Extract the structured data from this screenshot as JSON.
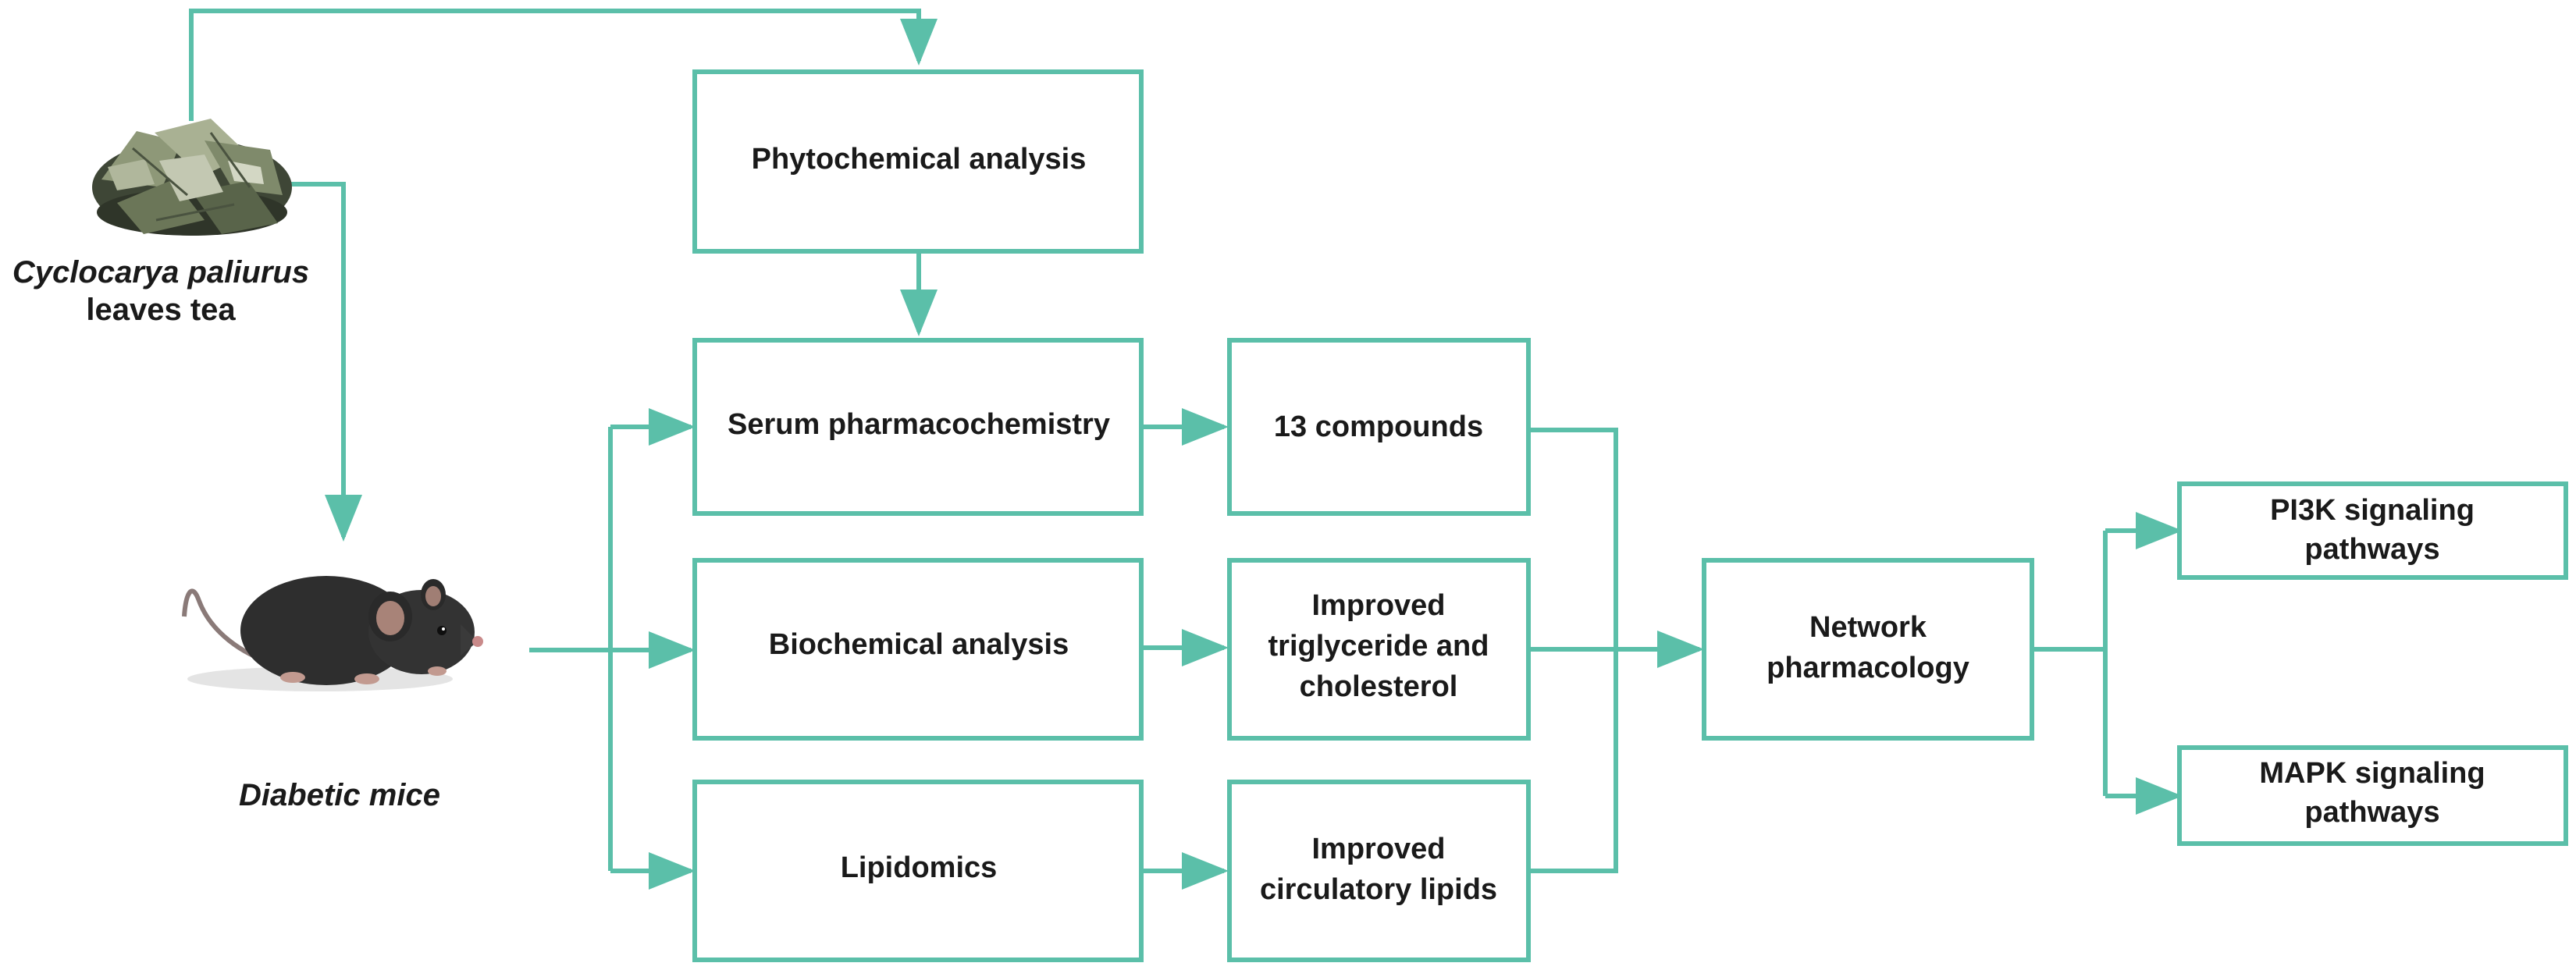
{
  "colors": {
    "box_stroke": "#5bbfa9",
    "arrow": "#5bbfa9",
    "text": "#1a1a1a",
    "background": "#ffffff"
  },
  "sources": {
    "tea": {
      "image": "dried-tea-leaves-image",
      "label_line1": "Cyclocarya paliurus",
      "label_line2": "leaves tea"
    },
    "mice": {
      "image": "black-mouse-image",
      "label": "Diabetic mice"
    }
  },
  "nodes": {
    "phytochemical": "Phytochemical analysis",
    "serum": "Serum pharmacochemistry",
    "biochemical": "Biochemical analysis",
    "lipidomics": "Lipidomics",
    "compounds": "13 compounds",
    "triglyceride": [
      "Improved",
      "triglyceride and",
      "cholesterol"
    ],
    "circulatory": [
      "Improved",
      "circulatory lipids"
    ],
    "network": [
      "Network",
      "pharmacology"
    ],
    "pi3k": [
      "PI3K signaling",
      "pathways"
    ],
    "mapk": [
      "MAPK signaling",
      "pathways"
    ]
  }
}
